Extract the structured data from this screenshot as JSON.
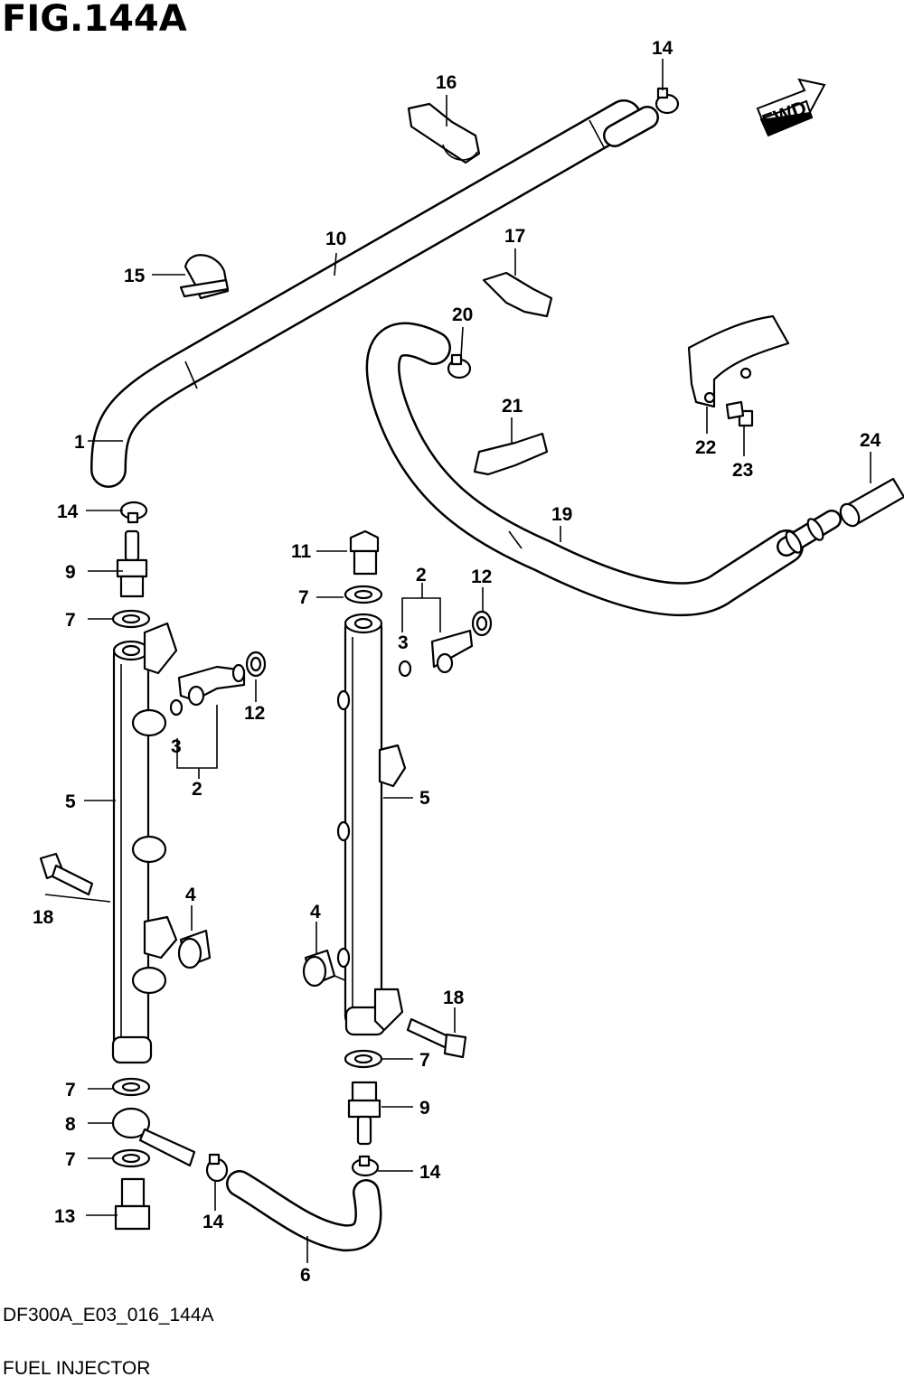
{
  "figure": {
    "title": "FIG.144A",
    "fwd_label": "FWD",
    "diagram_code": "DF300A_E03_016_144A",
    "caption": "FUEL INJECTOR"
  },
  "callouts": {
    "c1": "1",
    "c2a": "2",
    "c2b": "2",
    "c3a": "3",
    "c3b": "3",
    "c4a": "4",
    "c4b": "4",
    "c5a": "5",
    "c5b": "5",
    "c6": "6",
    "c7a": "7",
    "c7b": "7",
    "c7c": "7",
    "c7d": "7",
    "c7e": "7",
    "c8": "8",
    "c9a": "9",
    "c9b": "9",
    "c10": "10",
    "c11": "11",
    "c12a": "12",
    "c12b": "12",
    "c13": "13",
    "c14a": "14",
    "c14b": "14",
    "c14c": "14",
    "c14d": "14",
    "c15": "15",
    "c16": "16",
    "c17": "17",
    "c18a": "18",
    "c18b": "18",
    "c19": "19",
    "c20": "20",
    "c21": "21",
    "c22": "22",
    "c23": "23",
    "c24": "24"
  }
}
